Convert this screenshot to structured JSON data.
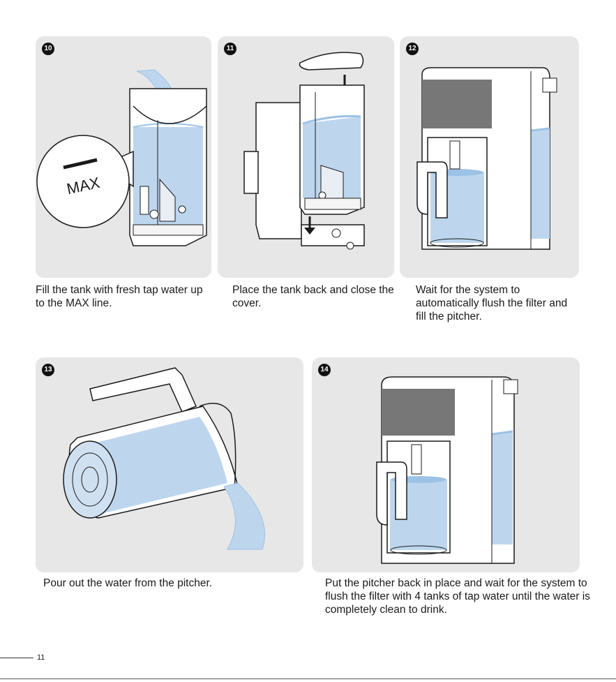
{
  "steps": [
    {
      "number": "10",
      "caption": "Fill the tank with fresh tap water up to the MAX line.",
      "callout": "MAX"
    },
    {
      "number": "11",
      "caption": "Place the tank back and close the cover."
    },
    {
      "number": "12",
      "caption": "Wait for the system to automatically flush the filter and fill the pitcher."
    },
    {
      "number": "13",
      "caption": "Pour out the water from the pitcher."
    },
    {
      "number": "14",
      "caption": "Put the pitcher back in place and wait for the system to flush the filter with 4 tanks of tap water until the water is completely clean to drink."
    }
  ],
  "page_number": "11",
  "colors": {
    "panel": "#e7e7e7",
    "water": "#bdd6ee",
    "water_top": "#9cc2e6",
    "outline": "#1a1a1a",
    "dark_band": "#777777"
  }
}
